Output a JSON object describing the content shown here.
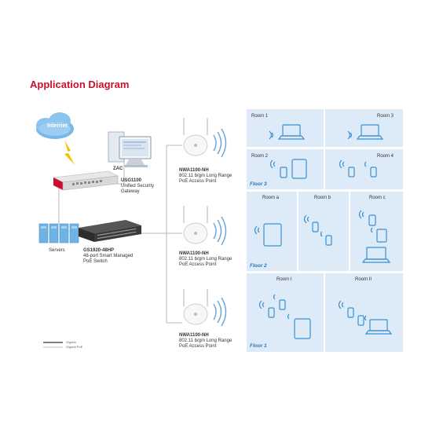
{
  "title": "Application Diagram",
  "internet": "Internet",
  "zac": "ZAC",
  "usg": {
    "name": "USG1100",
    "line1": "Unified Security",
    "line2": "Gateway"
  },
  "servers": "Servers",
  "switch": {
    "name": "GS1920-48HP",
    "line1": "48-port Smart Managed",
    "line2": "PoE Switch"
  },
  "aps": [
    {
      "name": "NWA1100-NH",
      "line1": "802.11 b/g/n Long Range",
      "line2": "PoE Access Point"
    },
    {
      "name": "NWA1100-NH",
      "line1": "802.11 b/g/n Long Range",
      "line2": "PoE Access Point"
    },
    {
      "name": "NWA1100-NH",
      "line1": "802.11 b/g/n Long Range",
      "line2": "PoE Access Point"
    }
  ],
  "floors": [
    "Floor 3",
    "Floor 2",
    "Floor 1"
  ],
  "rooms": {
    "floor3": [
      "Room 1",
      "Room 3",
      "Room 2",
      "Room 4"
    ],
    "floor2": [
      "Room a",
      "Room b",
      "Room c"
    ],
    "floor1": [
      "Room I",
      "Room II"
    ]
  },
  "legend": [
    "Gigabit",
    "Gigabit PoE"
  ],
  "colors": {
    "accent": "#c8102e",
    "room_bg": "#dcebf7",
    "panel_bg": "#c5ddf0",
    "device_blue": "#3a8fd0",
    "floor_text": "#2b74b8"
  }
}
